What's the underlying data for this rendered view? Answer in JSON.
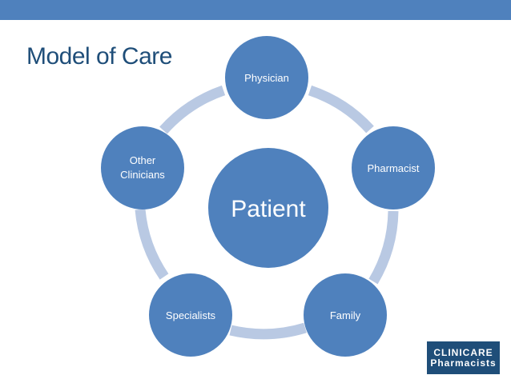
{
  "slide": {
    "title": "Model of Care"
  },
  "diagram": {
    "center": "Patient",
    "nodes": [
      {
        "id": "physician",
        "lines": [
          "Physician"
        ]
      },
      {
        "id": "pharmacist",
        "lines": [
          "Pharmacist"
        ]
      },
      {
        "id": "family",
        "lines": [
          "Family"
        ]
      },
      {
        "id": "specialists",
        "lines": [
          "Specialists"
        ]
      },
      {
        "id": "other-clinicians",
        "lines": [
          "Other",
          "Clinicians"
        ]
      }
    ],
    "colors": {
      "node_fill": "#4f81bd",
      "ring": "#b9c9e3",
      "text": "#ffffff"
    }
  },
  "logo": {
    "line1": "CLINICARE",
    "line2": "Pharmacists",
    "color": "#1f4e79"
  }
}
